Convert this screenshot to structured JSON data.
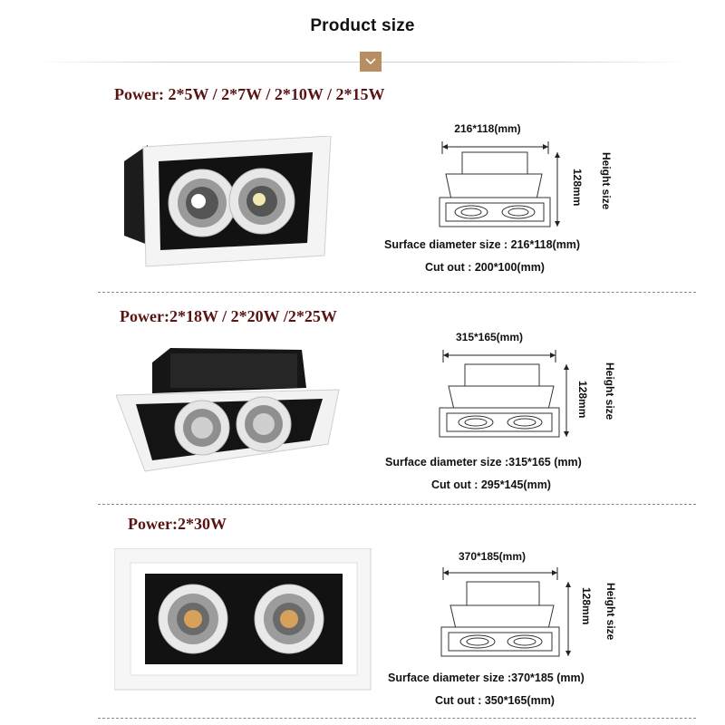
{
  "header": {
    "title": "Product size"
  },
  "sections": [
    {
      "power": "Power:  2*5W / 2*7W / 2*10W / 2*15W",
      "dimension": "216*118(mm)",
      "height": "128mm",
      "height_label": "Height size",
      "surface": "Surface diameter size : 216*118(mm)",
      "cutout": "Cut out : 200*100(mm)"
    },
    {
      "power": "Power:2*18W / 2*20W /2*25W",
      "dimension": "315*165(mm)",
      "height": "128mm",
      "height_label": "Height size",
      "surface": "Surface diameter size :315*165  (mm)",
      "cutout": "Cut out : 295*145(mm)"
    },
    {
      "power": "Power:2*30W",
      "dimension": "370*185(mm)",
      "height": "128mm",
      "height_label": "Height size",
      "surface": "Surface diameter size :370*185  (mm)",
      "cutout": "Cut out : 350*165(mm)"
    }
  ]
}
